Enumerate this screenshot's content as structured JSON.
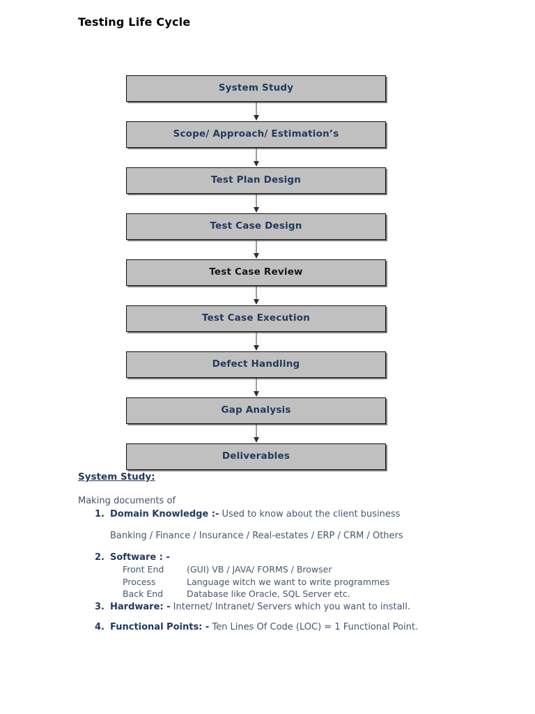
{
  "document": {
    "title": "Testing Life Cycle"
  },
  "flowchart": {
    "steps": [
      {
        "label": "System Study",
        "ink": "navy"
      },
      {
        "label": "Scope/ Approach/ Estimation’s",
        "ink": "navy"
      },
      {
        "label": "Test Plan Design",
        "ink": "navy"
      },
      {
        "label": "Test Case Design",
        "ink": "navy"
      },
      {
        "label": "Test Case Review",
        "ink": "black"
      },
      {
        "label": "Test Case Execution",
        "ink": "navy"
      },
      {
        "label": "Defect Handling",
        "ink": "navy"
      },
      {
        "label": "Gap Analysis",
        "ink": "navy"
      },
      {
        "label": "Deliverables",
        "ink": "navy"
      }
    ],
    "box_fill": "#c0c0c0",
    "box_border": "#0d0d0d",
    "navy_text": "#22395c",
    "black_text": "#171717",
    "connector_color": "#3b3b3b"
  },
  "section": {
    "heading": "System Study:",
    "intro": "Making documents of",
    "items": [
      {
        "marker": "1.",
        "term": "Domain Knowledge :-",
        "desc": "Used to know about the client business",
        "extra": "Banking / Finance / Insurance / Real-estates / ERP / CRM /   Others"
      },
      {
        "marker": "2.",
        "term": "Software : -",
        "desc": "",
        "rows": [
          {
            "key": "Front End",
            "value": "(GUI) VB / JAVA/ FORMS / Browser"
          },
          {
            "key": "Process",
            "value": "Language witch we want to write programmes"
          },
          {
            "key": "Back End",
            "value": "Database like Oracle, SQL Server etc."
          }
        ]
      },
      {
        "marker": "3.",
        "term": "Hardware: -",
        "desc": "Internet/ Intranet/ Servers which you want to install."
      },
      {
        "marker": "4.",
        "term": "Functional Points: -",
        "desc": "Ten Lines Of Code (LOC) = 1 Functional Point."
      }
    ]
  }
}
